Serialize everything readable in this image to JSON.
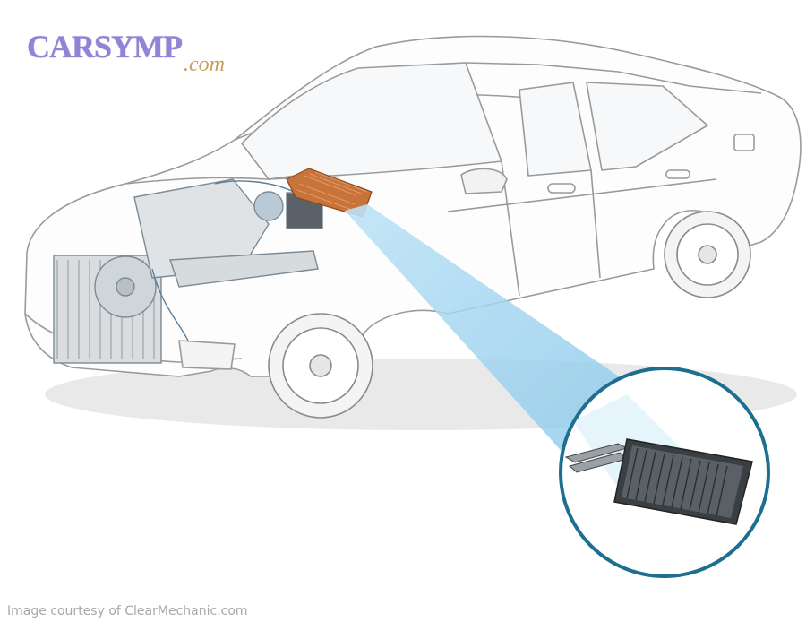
{
  "logo": {
    "brand": "CARSYMP",
    "tld": ".com",
    "brand_color": "#8f84d6",
    "tld_color": "#c5a15c"
  },
  "diagram": {
    "subject": "car-cutaway",
    "highlighted_part_color": "#c8733a",
    "callout_ring_color": "#1e6f8f",
    "beam_color": "#9fd3ef"
  },
  "caption": "Image courtesy of ClearMechanic.com"
}
